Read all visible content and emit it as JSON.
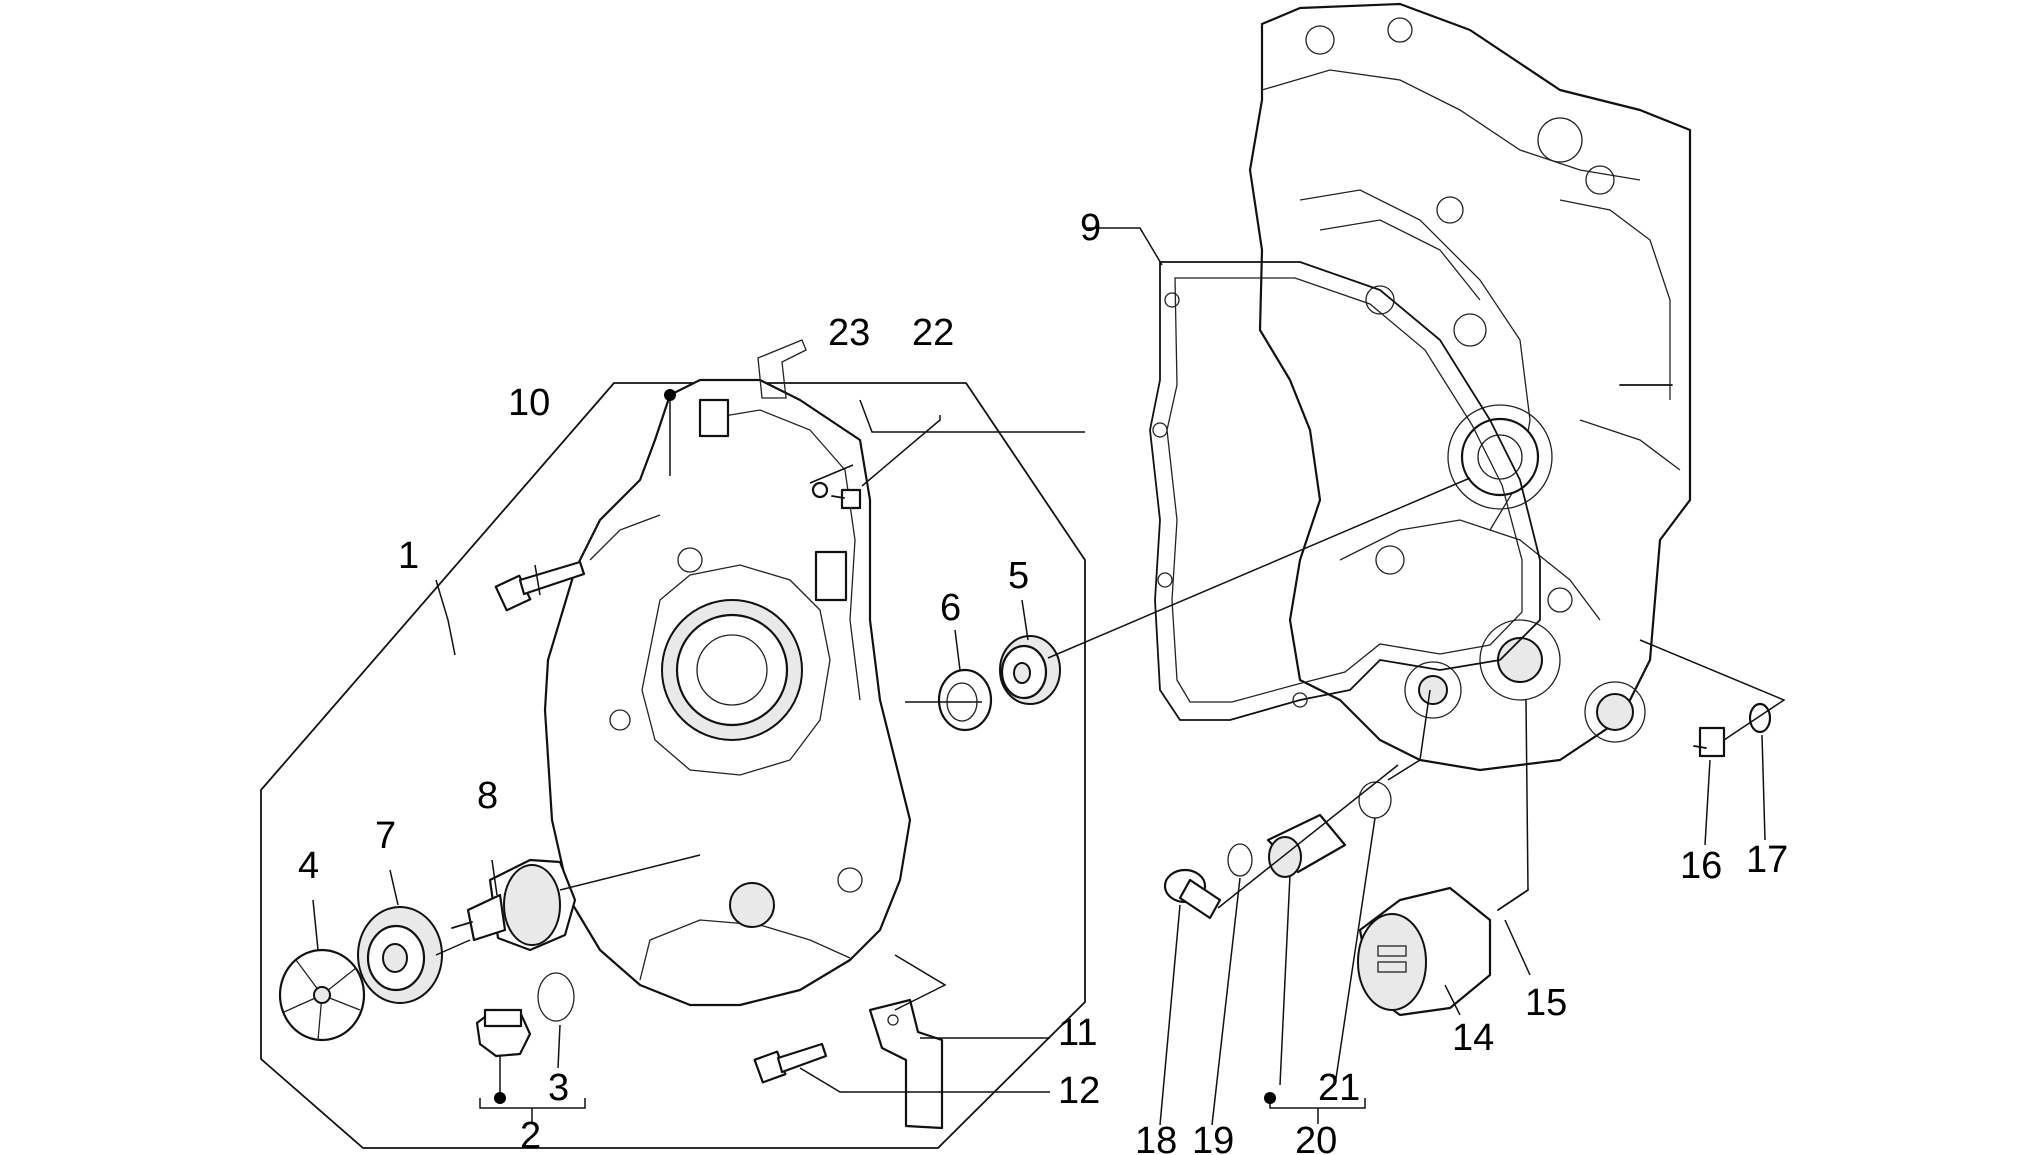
{
  "callouts": {
    "c1": "1",
    "c2": "2",
    "c3": "3",
    "c4": "4",
    "c5": "5",
    "c6": "6",
    "c7": "7",
    "c8": "8",
    "c9": "9",
    "c10": "10",
    "c11": "11",
    "c12": "12",
    "c14": "14",
    "c15": "15",
    "c16": "16",
    "c17": "17",
    "c18": "18",
    "c19": "19",
    "c20": "20",
    "c21": "21",
    "c22": "22",
    "c23": "23"
  }
}
